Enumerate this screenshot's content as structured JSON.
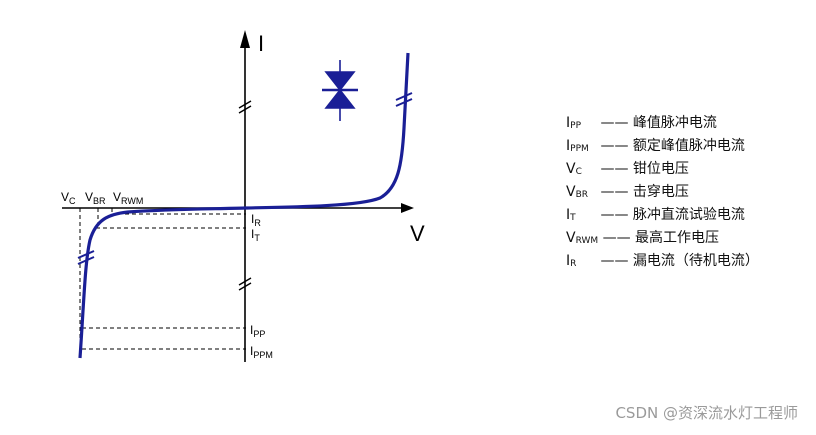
{
  "diagram": {
    "axis_i": "I",
    "axis_v": "V",
    "labels": {
      "vc": "V",
      "vc_sub": "C",
      "vbr": "V",
      "vbr_sub": "BR",
      "vrwm": "V",
      "vrwm_sub": "RWM",
      "ir": "I",
      "ir_sub": "R",
      "it": "I",
      "it_sub": "T",
      "ipp": "I",
      "ipp_sub": "PP",
      "ippm": "I",
      "ippm_sub": "PPM"
    },
    "colors": {
      "curve": "#1a1f96",
      "symbol": "#1a1f96",
      "axis": "#000000"
    }
  },
  "legend": [
    {
      "symbol": "I",
      "sub": "PP",
      "desc": "—— 峰值脉冲电流"
    },
    {
      "symbol": "I",
      "sub": "PPM",
      "desc": "—— 额定峰值脉冲电流"
    },
    {
      "symbol": "V",
      "sub": "C",
      "desc": "—— 钳位电压"
    },
    {
      "symbol": "V",
      "sub": "BR",
      "desc": "—— 击穿电压"
    },
    {
      "symbol": "I",
      "sub": "T",
      "desc": "—— 脉冲直流试验电流"
    },
    {
      "symbol": "V",
      "sub": "RWM",
      "desc": "—— 最高工作电压"
    },
    {
      "symbol": "I",
      "sub": "R",
      "desc": "—— 漏电流（待机电流）"
    }
  ],
  "watermark": "CSDN @资深流水灯工程师"
}
